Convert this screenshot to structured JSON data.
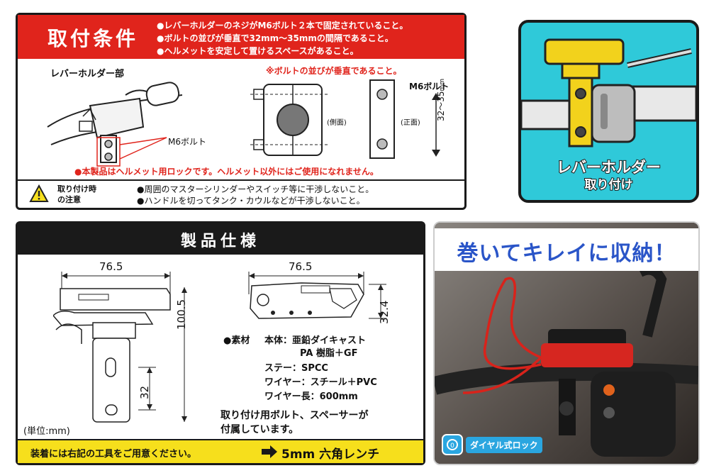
{
  "conditions": {
    "title": "取付条件",
    "lines": [
      "●レバーホルダーのネジがM6ボルト２本で固定されていること。",
      "●ボルトの並びが垂直で32mm～35mmの間隔であること。",
      "●ヘルメットを安定して置けるスペースがあること。"
    ],
    "lever_holder_label": "レバーホルダー部",
    "m6_bolt_label": "M6ボルト",
    "vertical_note": "※ボルトの並びが垂直であること。",
    "side_label": "(側面)",
    "front_label": "(正面)",
    "m6_bolt_label2": "M6ボルト",
    "spacing_label": "32～35",
    "spacing_unit": "mm",
    "helmet_warning": "●本製品はヘルメット用ロックです。ヘルメット以外にはご使用になれません。",
    "caution_title_1": "取り付け時",
    "caution_title_2": "の注意",
    "caution_lines": [
      "●周囲のマスターシリンダーやスイッチ等に干渉しないこと。",
      "●ハンドルを切ってタンク・カウルなどが干渉しないこと。"
    ]
  },
  "lever_panel": {
    "caption_1": "レバーホルダー",
    "caption_2": "取り付け"
  },
  "spec": {
    "title": "製品仕様",
    "dim_width_left": "76.5",
    "dim_height": "100.5",
    "dim_slot": "32",
    "dim_width_right": "76.5",
    "dim_thickness": "32.4",
    "unit_note": "(単位:mm)",
    "material_label": "●素材",
    "materials": [
      "本体：亜鉛ダイキャスト",
      "PA 樹脂＋GF",
      "ステー：SPCC",
      "ワイヤー：スチール＋PVC",
      "ワイヤー長：600mm"
    ],
    "bolt_note_1": "取り付け用ボルト、スペーサーが",
    "bolt_note_2": "付属しています。",
    "footer_text": "装着には右記の工具をご用意ください。",
    "footer_tool": "5mm 六角レンチ"
  },
  "photo_panel": {
    "title": "巻いてキレイに収納！",
    "dial_label": "ダイヤル式ロック"
  },
  "colors": {
    "red": "#e0241c",
    "yellow": "#f6df1c",
    "cyan": "#2fc9d9",
    "blue_title": "#2a55c8"
  }
}
